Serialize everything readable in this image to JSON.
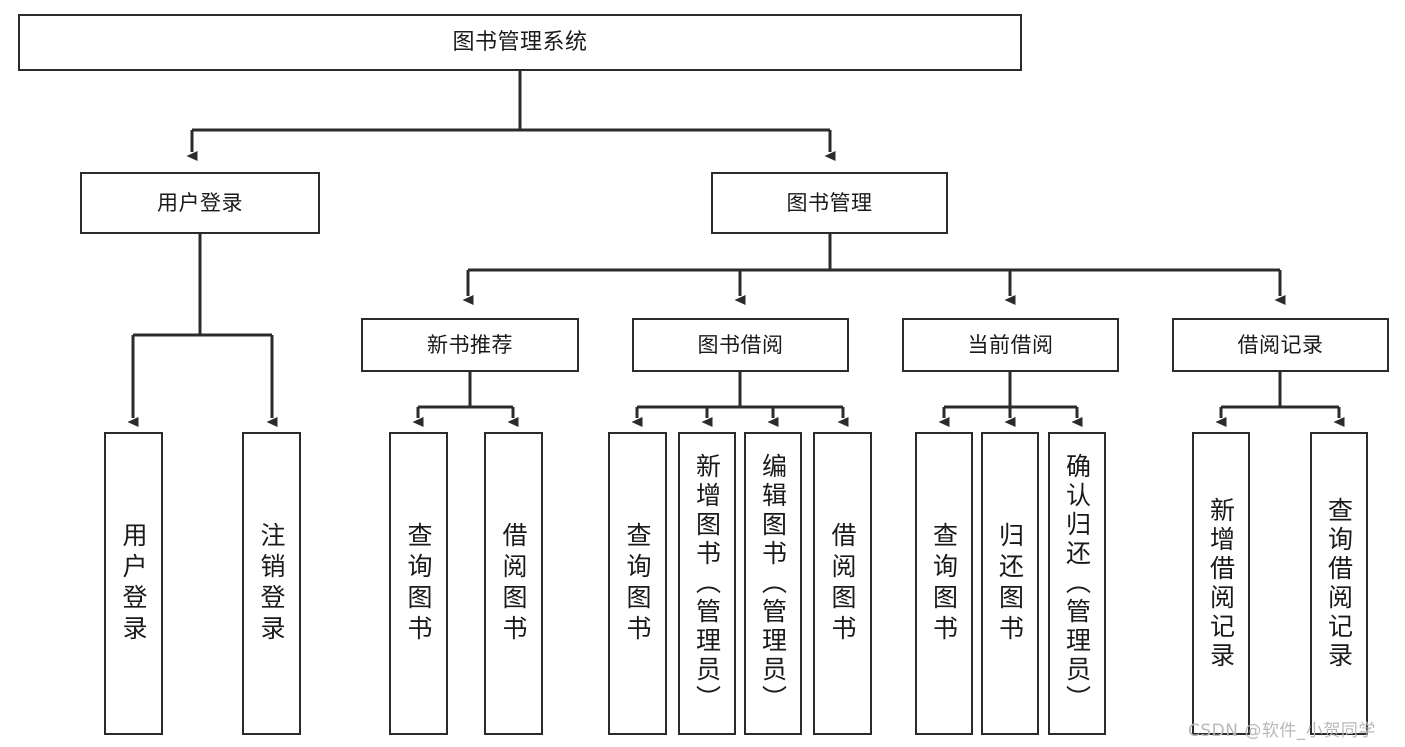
{
  "diagram": {
    "type": "tree-hierarchy",
    "title": "图书管理系统",
    "watermark": "CSDN @软件_小贺同学",
    "colors": {
      "box_border": "#2b2b2b",
      "box_fill": "#ffffff",
      "edge": "#2b2b2b",
      "text": "#1a1a1a",
      "watermark": "#b8b8b8",
      "background": "#ffffff"
    },
    "levels": 4,
    "nodes": {
      "root": {
        "label": "图书管理系统"
      },
      "level2": [
        {
          "id": "user-login",
          "label": "用户登录"
        },
        {
          "id": "book-manage",
          "label": "图书管理"
        }
      ],
      "level3": [
        {
          "id": "new-book-recommend",
          "label": "新书推荐"
        },
        {
          "id": "book-borrow",
          "label": "图书借阅"
        },
        {
          "id": "current-borrow",
          "label": "当前借阅"
        },
        {
          "id": "borrow-record",
          "label": "借阅记录"
        }
      ],
      "leaves": [
        {
          "id": "leaf-user-login",
          "label": "用户登录",
          "parent": "user-login"
        },
        {
          "id": "leaf-user-logout",
          "label": "注销登录",
          "parent": "user-login"
        },
        {
          "id": "leaf-query-book-1",
          "label": "查询图书",
          "parent": "new-book-recommend"
        },
        {
          "id": "leaf-borrow-book-1",
          "label": "借阅图书",
          "parent": "new-book-recommend"
        },
        {
          "id": "leaf-query-book-2",
          "label": "查询图书",
          "parent": "book-borrow"
        },
        {
          "id": "leaf-add-book",
          "label": "新增图书（管理员）",
          "parent": "book-borrow"
        },
        {
          "id": "leaf-edit-book",
          "label": "编辑图书（管理员）",
          "parent": "book-borrow"
        },
        {
          "id": "leaf-borrow-book-2",
          "label": "借阅图书",
          "parent": "book-borrow"
        },
        {
          "id": "leaf-query-book-3",
          "label": "查询图书",
          "parent": "current-borrow"
        },
        {
          "id": "leaf-return-book",
          "label": "归还图书",
          "parent": "current-borrow"
        },
        {
          "id": "leaf-confirm-return",
          "label": "确认归还（管理员）",
          "parent": "current-borrow"
        },
        {
          "id": "leaf-add-record",
          "label": "新增借阅记录",
          "parent": "borrow-record"
        },
        {
          "id": "leaf-query-record",
          "label": "查询借阅记录",
          "parent": "borrow-record"
        }
      ]
    }
  }
}
